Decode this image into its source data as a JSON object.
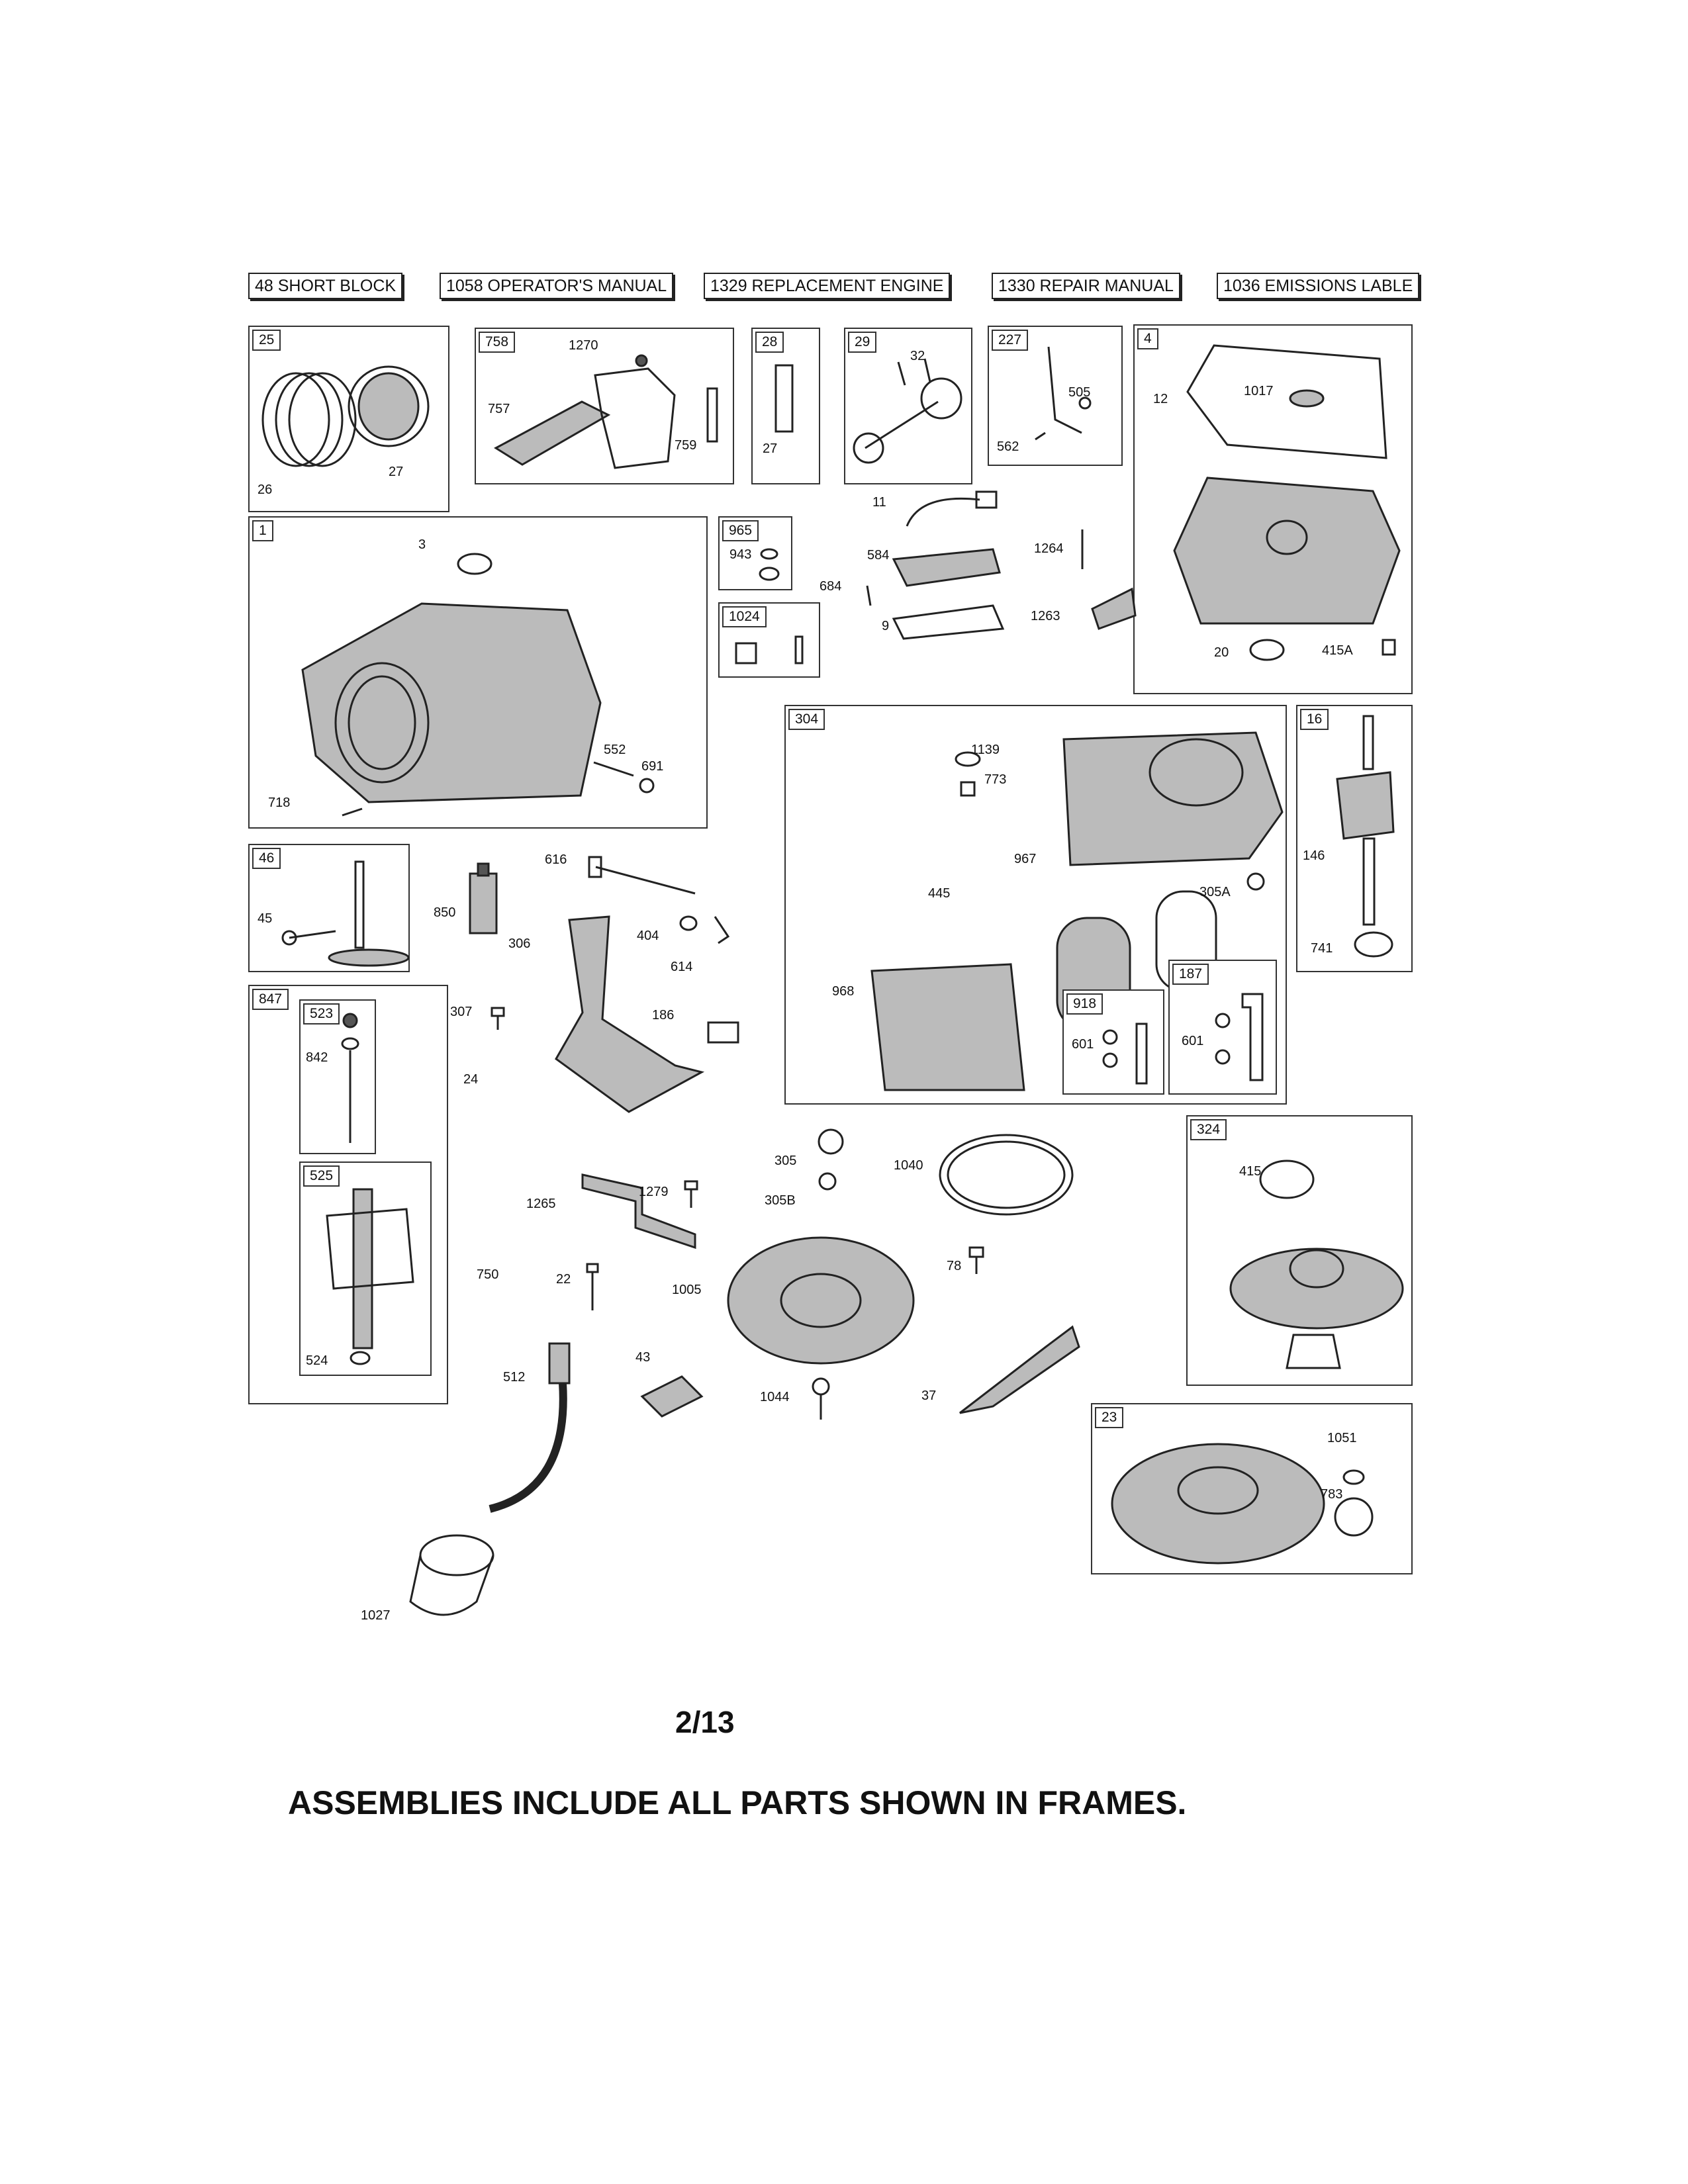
{
  "header_boxes": [
    {
      "text": "48 SHORT BLOCK"
    },
    {
      "text": "1058 OPERATOR'S MANUAL"
    },
    {
      "text": "1329 REPLACEMENT ENGINE"
    },
    {
      "text": "1330 REPAIR MANUAL"
    },
    {
      "text": "1036 EMISSIONS LABLE"
    }
  ],
  "frames": {
    "f25": {
      "id": "25",
      "parts": [
        "26",
        "27"
      ]
    },
    "f758": {
      "id": "758",
      "parts": [
        "1270",
        "757",
        "759"
      ]
    },
    "f28": {
      "id": "28",
      "parts": [
        "27"
      ]
    },
    "f29": {
      "id": "29",
      "parts": [
        "32"
      ]
    },
    "f227": {
      "id": "227",
      "parts": [
        "505",
        "562"
      ]
    },
    "f4": {
      "id": "4",
      "parts": [
        "12",
        "1017",
        "20",
        "415A"
      ]
    },
    "f1": {
      "id": "1",
      "parts": [
        "3",
        "552",
        "691",
        "718"
      ]
    },
    "f965": {
      "id": "965",
      "parts": [
        "943"
      ]
    },
    "f1024": {
      "id": "1024",
      "parts": []
    },
    "f304": {
      "id": "304",
      "parts": [
        "1139",
        "773",
        "967",
        "445",
        "305A",
        "968"
      ]
    },
    "f918": {
      "id": "918",
      "parts": [
        "601"
      ]
    },
    "f187": {
      "id": "187",
      "parts": [
        "601"
      ]
    },
    "f16": {
      "id": "16",
      "parts": [
        "146",
        "741"
      ]
    },
    "f46": {
      "id": "46",
      "parts": [
        "45"
      ]
    },
    "f847": {
      "id": "847",
      "parts": []
    },
    "f523": {
      "id": "523",
      "parts": [
        "842"
      ]
    },
    "f525": {
      "id": "525",
      "parts": [
        "524"
      ]
    },
    "f324": {
      "id": "324",
      "parts": [
        "415"
      ]
    },
    "f23": {
      "id": "23",
      "parts": [
        "1051",
        "783"
      ]
    }
  },
  "loose_parts": {
    "p11": "11",
    "p584": "584",
    "p684": "684",
    "p9": "9",
    "p1264": "1264",
    "p1263": "1263",
    "p616": "616",
    "p850": "850",
    "p306": "306",
    "p404": "404",
    "p614": "614",
    "p307": "307",
    "p186": "186",
    "p24": "24",
    "p305": "305",
    "p305B": "305B",
    "p1040": "1040",
    "p1265": "1265",
    "p1279": "1279",
    "p750": "750",
    "p22": "22",
    "p1005": "1005",
    "p78": "78",
    "p512": "512",
    "p43": "43",
    "p1044": "1044",
    "p37": "37",
    "p1027": "1027"
  },
  "page_number": "2/13",
  "footer_note": "ASSEMBLIES INCLUDE ALL PARTS SHOWN IN FRAMES."
}
